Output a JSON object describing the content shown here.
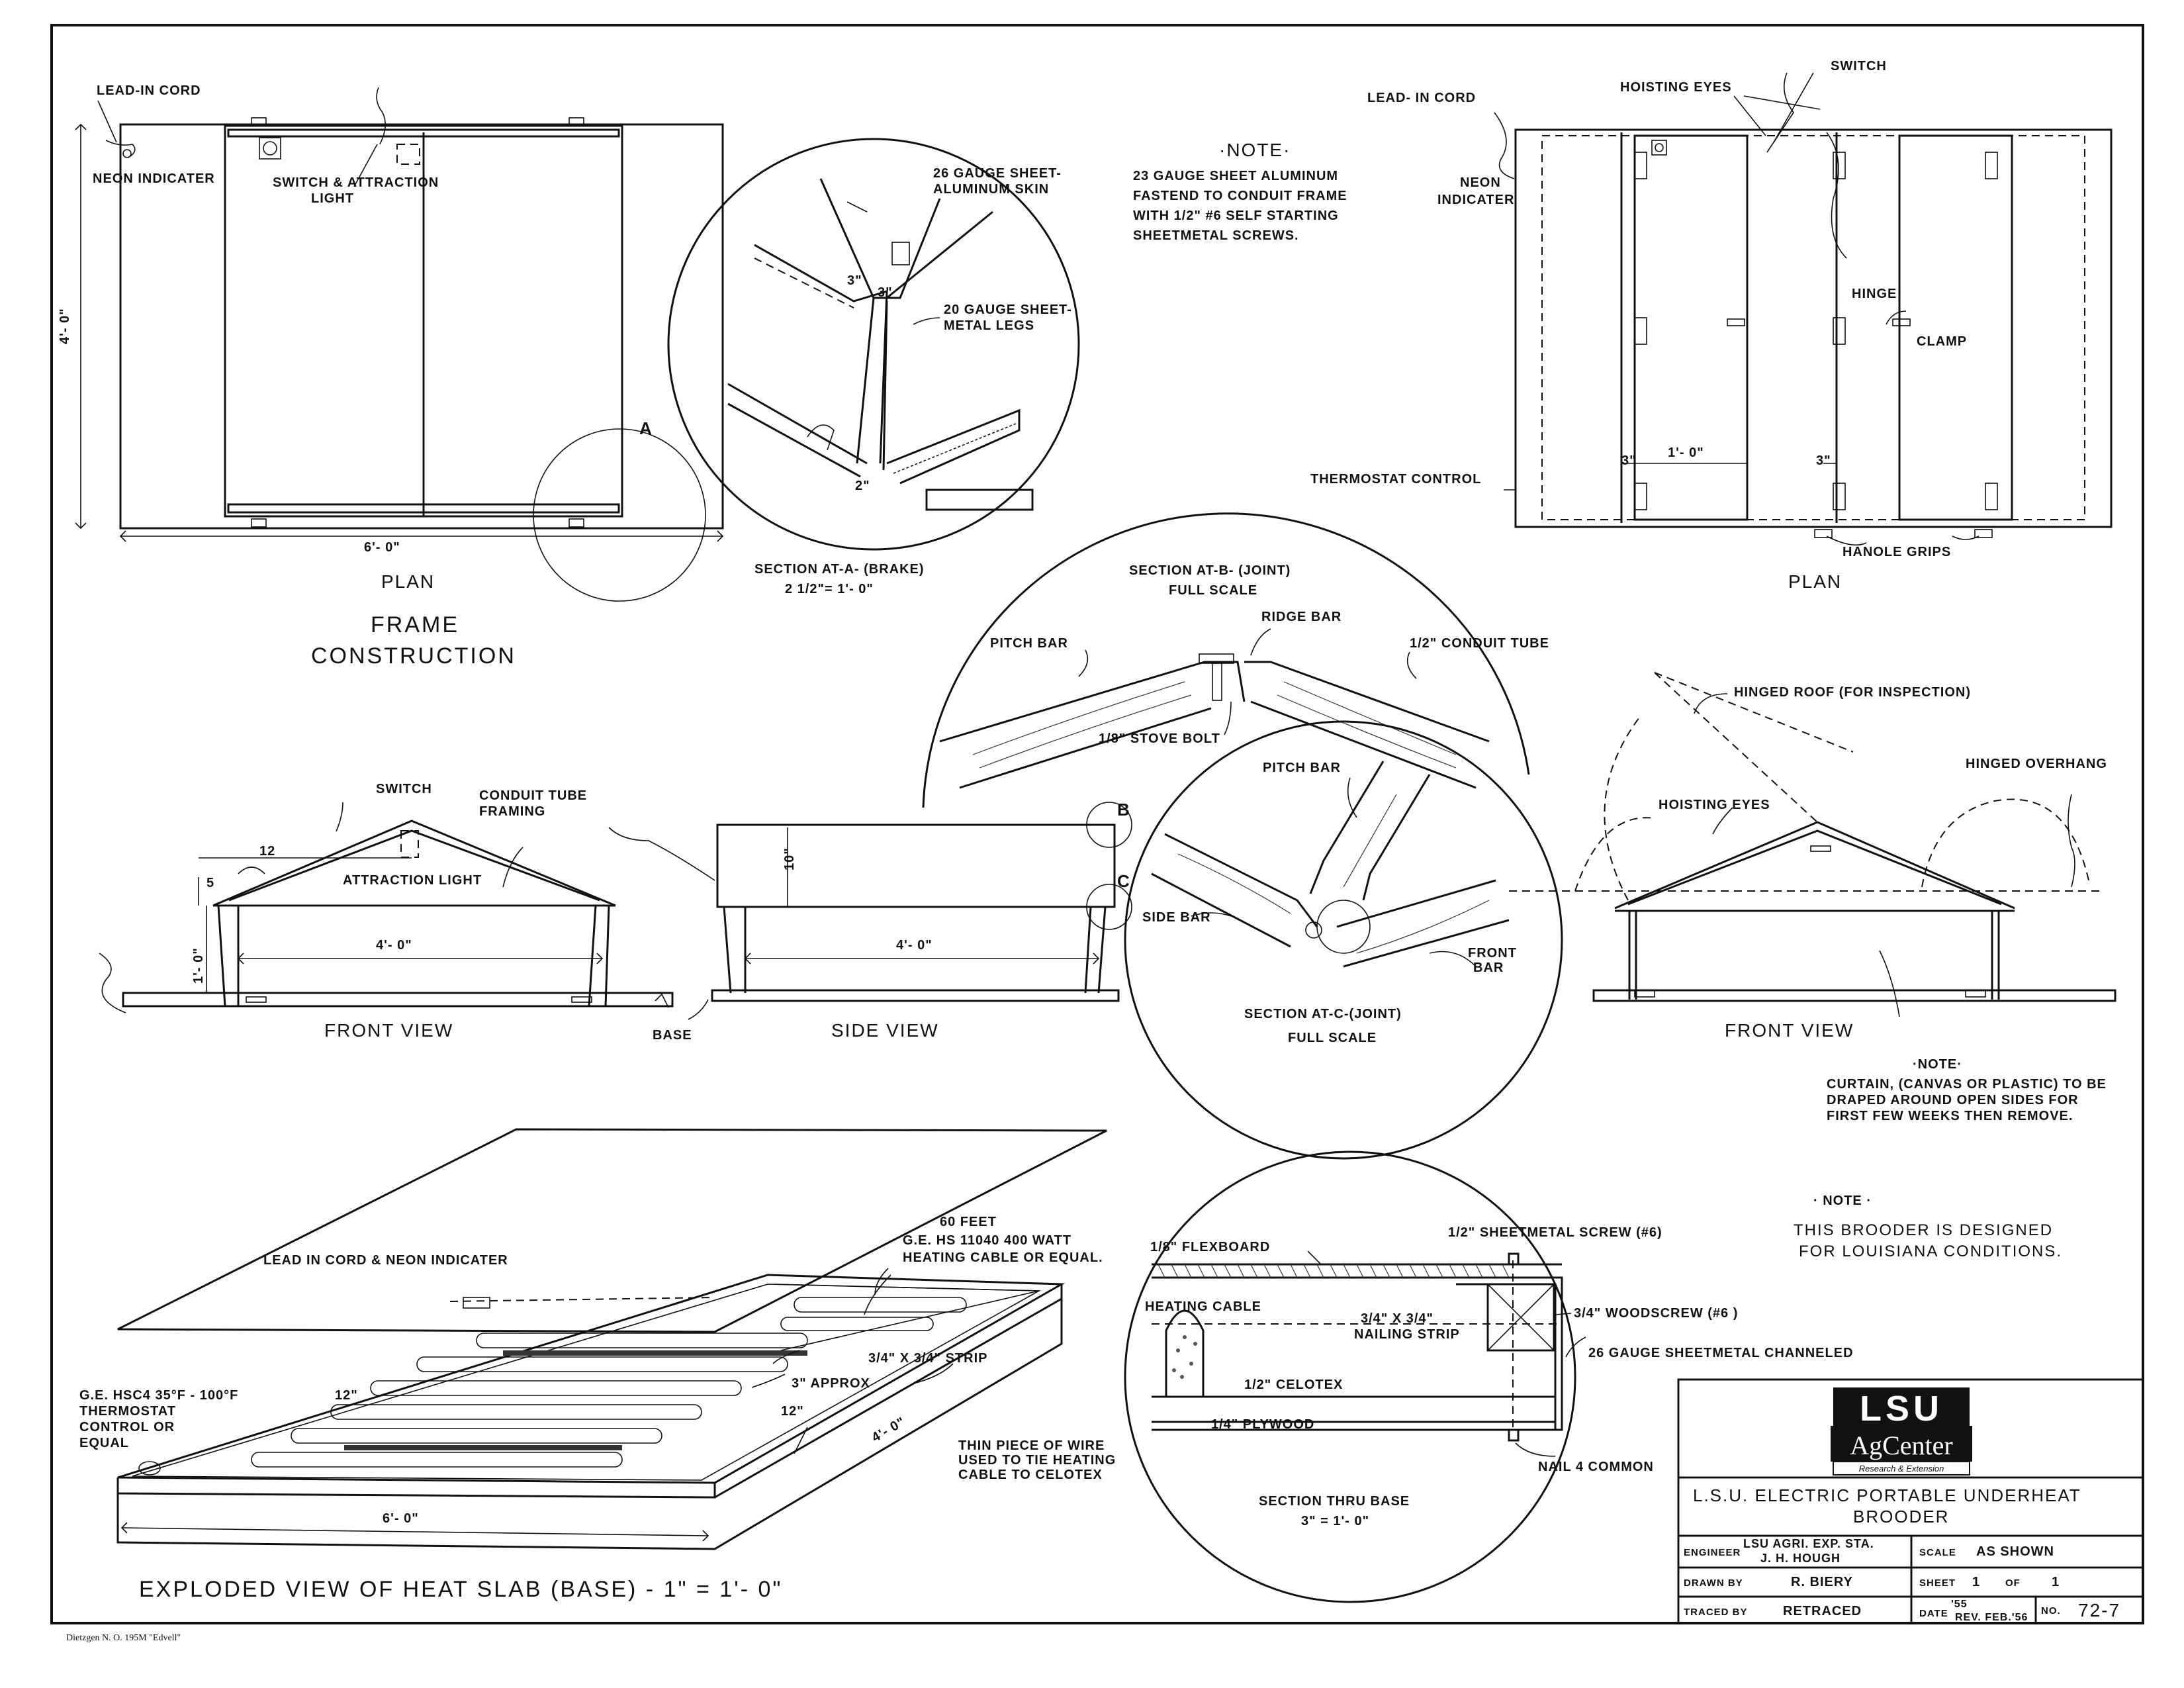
{
  "frame_plan": {
    "lead_in_cord": "LEAD-IN CORD",
    "neon_indicater": "NEON INDICATER",
    "switch_attraction_1": "SWITCH & ATTRACTION",
    "switch_attraction_2": "LIGHT",
    "dim_height": "4'- 0\"",
    "dim_width": "6'- 0\"",
    "callout_a": "A",
    "view_label": "PLAN",
    "title_1": "FRAME",
    "title_2": "CONSTRUCTION"
  },
  "section_a": {
    "skin_1": "26 GAUGE SHEET-",
    "skin_2": "ALUMINUM SKIN",
    "legs_1": "20 GAUGE SHEET-",
    "legs_2": "METAL LEGS",
    "dim_3a": "3\"",
    "dim_3b": "3\"",
    "dim_2": "2\"",
    "title": "SECTION AT-A- (BRAKE)",
    "scale": "2 1/2\"= 1'- 0\""
  },
  "note_top": {
    "heading": "·NOTE·",
    "line_1": "23 GAUGE SHEET ALUMINUM",
    "line_2": "FASTEND TO CONDUIT FRAME",
    "line_3": "WITH 1/2\" #6 SELF STARTING",
    "line_4": "SHEETMETAL SCREWS."
  },
  "right_plan": {
    "lead_in_cord": "LEAD- IN CORD",
    "hoisting_eyes": "HOISTING EYES",
    "switch": "SWITCH",
    "neon_1": "NEON",
    "neon_2": "INDICATER",
    "hinge": "HINGE",
    "clamp": "CLAMP",
    "thermostat": "THERMOSTAT CONTROL",
    "dim_3_left": "3\"",
    "dim_1ft": "1'- 0\"",
    "dim_3_right": "3\"",
    "handle_grips": "HANOLE GRIPS",
    "view_label": "PLAN"
  },
  "section_b": {
    "title_1": "SECTION AT-B- (JOINT)",
    "title_2": "FULL SCALE",
    "ridge_bar": "RIDGE BAR",
    "pitch_bar": "PITCH BAR",
    "conduit": "1/2\" CONDUIT TUBE",
    "stove_bolt": "1/8\" STOVE BOLT"
  },
  "section_c": {
    "pitch_bar": "PITCH BAR",
    "side_bar": "SIDE BAR",
    "front_bar_1": "FRONT",
    "front_bar_2": "BAR",
    "title_1": "SECTION AT-C-(JOINT)",
    "title_2": "FULL SCALE"
  },
  "front_view_left": {
    "switch": "SWITCH",
    "conduit_1": "CONDUIT TUBE",
    "conduit_2": "FRAMING",
    "dim_12": "12",
    "dim_5": "5",
    "attraction": "ATTRACTION LIGHT",
    "dim_4ft": "4'- 0\"",
    "dim_1ft": "1'- 0\"",
    "label": "FRONT VIEW",
    "base": "BASE"
  },
  "side_view": {
    "dim_10": "10\"",
    "dim_4ft": "4'- 0\"",
    "label": "SIDE VIEW",
    "callout_b": "B",
    "callout_c": "C"
  },
  "front_view_right": {
    "hinged_roof": "HINGED ROOF (FOR INSPECTION)",
    "hinged_overhang": "HINGED OVERHANG",
    "hoisting_eyes": "HOISTING EYES",
    "label": "FRONT VIEW"
  },
  "note_curtain": {
    "heading": "·NOTE·",
    "line_1": "CURTAIN, (CANVAS OR PLASTIC) TO BE",
    "line_2": "DRAPED AROUND OPEN SIDES FOR",
    "line_3": "FIRST FEW WEEKS THEN REMOVE."
  },
  "exploded": {
    "cable_1": "60 FEET",
    "cable_2": "G.E. HS 11040  400 WATT",
    "cable_3": "HEATING CABLE OR EQUAL.",
    "lead_in": "LEAD IN CORD & NEON INDICATER",
    "strip": "3/4\" X 3/4\" STRIP",
    "approx": "3\" APPROX",
    "thermo_1": "G.E. HSC4  35°F - 100°F",
    "thermo_2": "THERMOSTAT",
    "thermo_3": "CONTROL  OR",
    "thermo_4": "EQUAL",
    "dim_12a": "12\"",
    "dim_12b": "12\"",
    "dim_4ft": "4'- 0\"",
    "dim_6ft": "6'- 0\"",
    "wire_1": "THIN PIECE OF WIRE",
    "wire_2": "USED TO TIE HEATING",
    "wire_3": "CABLE  TO CELOTEX",
    "title": "EXPLODED  VIEW  OF  HEAT  SLAB (BASE) -  1\" = 1'- 0\""
  },
  "section_base": {
    "flexboard": "1/8\" FLEXBOARD",
    "sheet_screw": "1/2\" SHEETMETAL SCREW (#6)",
    "heating_cable": "HEATING CABLE",
    "nailing_1": "3/4\" X 3/4\"",
    "nailing_2": "NAILING STRIP",
    "woodscrew": "3/4\" WOODSCREW (#6 )",
    "channeled": "26 GAUGE SHEETMETAL CHANNELED",
    "celotex": "1/2\" CELOTEX",
    "plywood": "1/4\" PLYWOOD",
    "nail": "NAIL  4 COMMON",
    "title": "SECTION  THRU  BASE",
    "scale": "3\" = 1'- 0\""
  },
  "note_design": {
    "heading": "· NOTE ·",
    "line_1": "THIS  BROODER   IS  DESIGNED",
    "line_2": "FOR  LOUISIANA   CONDITIONS."
  },
  "title_block": {
    "logo_top": "LSU",
    "logo_mid": "AgCenter",
    "logo_sub": "Research & Extension",
    "title_1": "L.S.U. ELECTRIC   PORTABLE  UNDERHEAT",
    "title_2": "BROODER",
    "engineer_label": "ENGINEER",
    "engineer_1": "LSU AGRI. EXP. STA.",
    "engineer_2": "J. H. HOUGH",
    "scale_label": "SCALE",
    "scale_value": "AS  SHOWN",
    "drawn_label": "DRAWN BY",
    "drawn_value": "R. BIERY",
    "sheet_label": "SHEET",
    "sheet_num": "1",
    "of_label": "OF",
    "sheet_total": "1",
    "traced_label": "TRACED BY",
    "traced_value": "RETRACED",
    "date_label": "DATE",
    "date_value": "'55",
    "rev_value": "REV. FEB.'56",
    "no_label": "NO.",
    "no_value": "72-7"
  },
  "footer_mark": "Dietzgen  N. O. 195M  \"Edvell\""
}
